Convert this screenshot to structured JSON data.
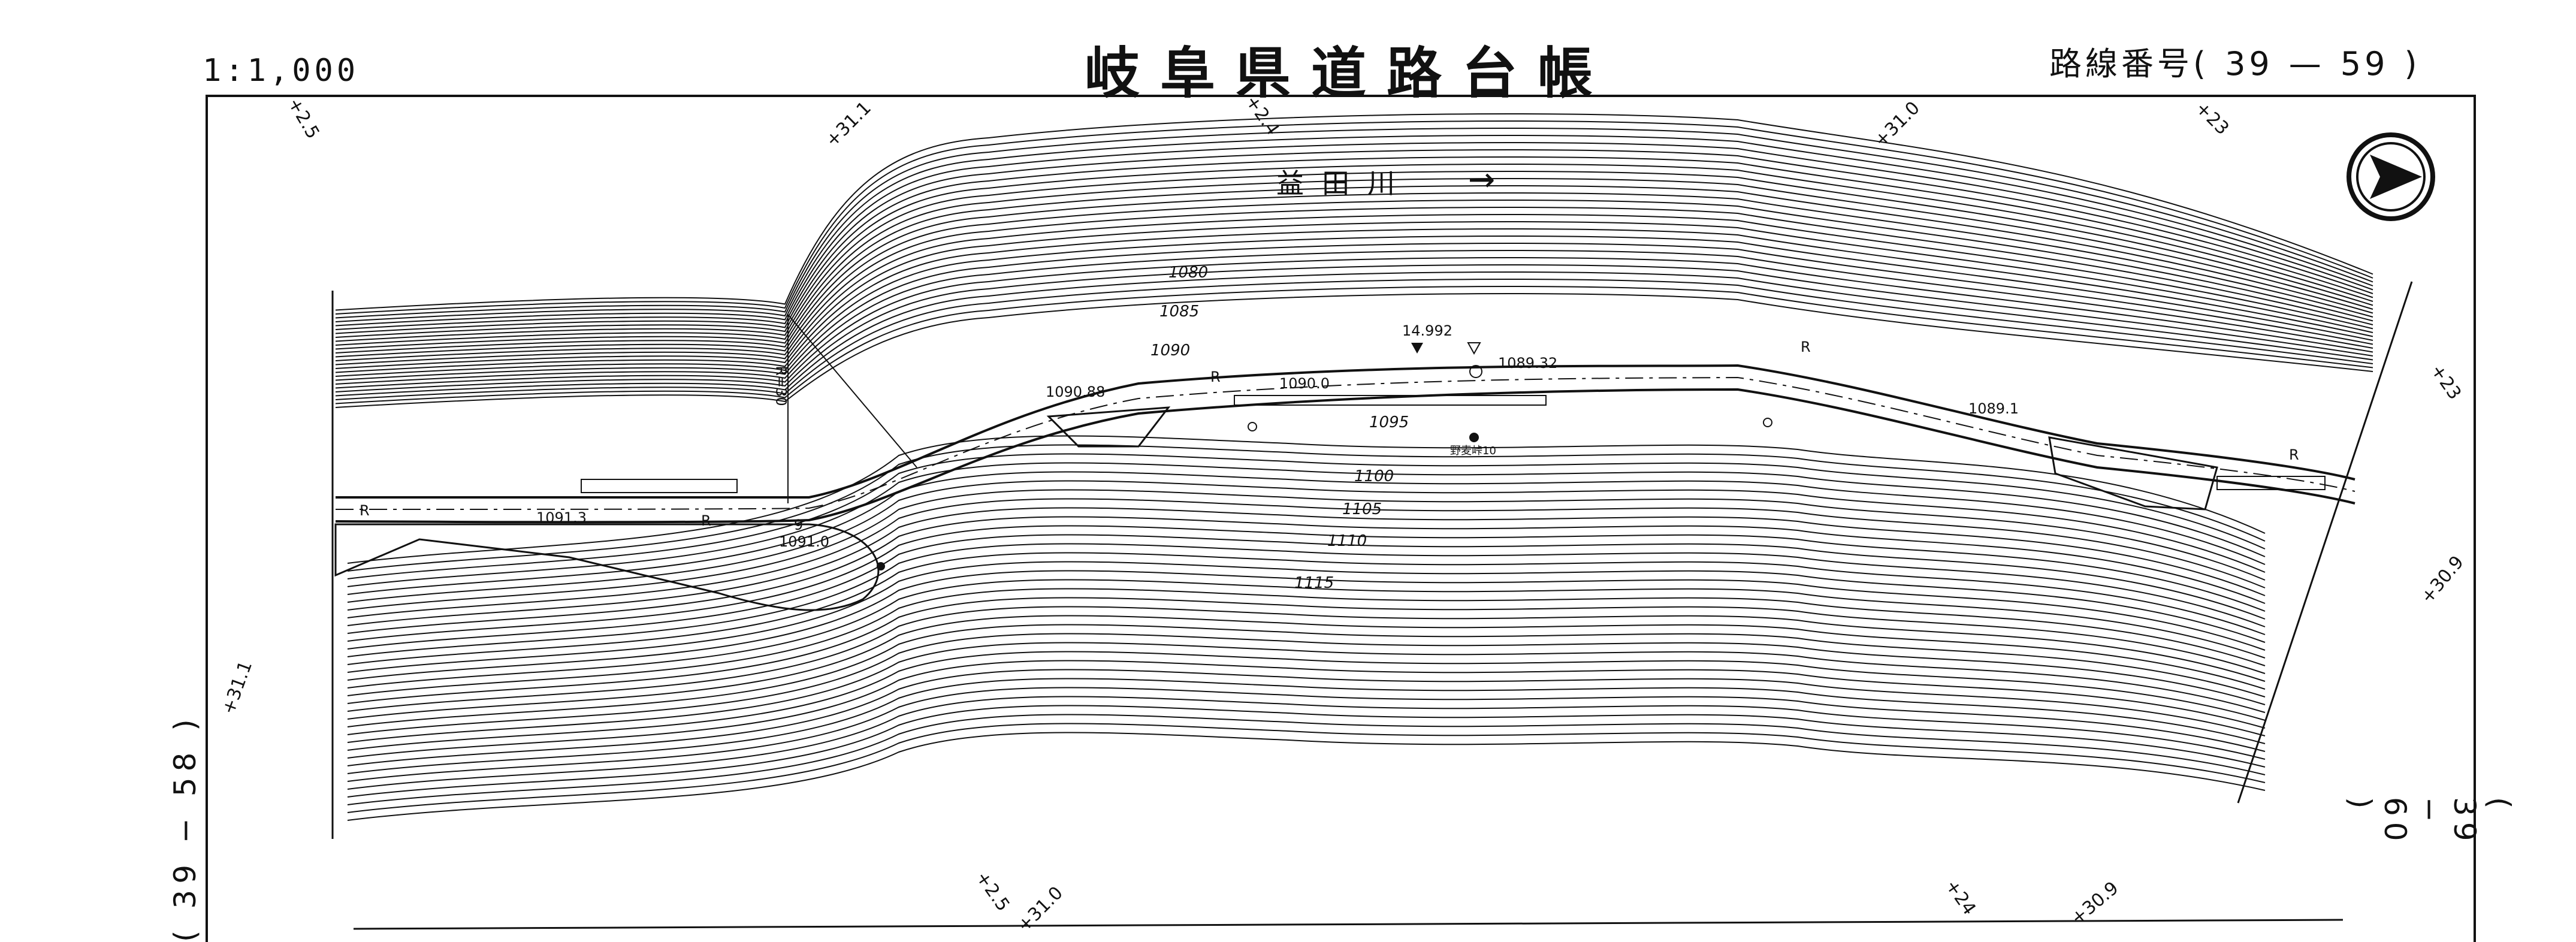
{
  "header": {
    "scale": "1:1,000",
    "title": "岐阜県道路台帳",
    "route_label": "路線番号",
    "route_open": "(",
    "route_from": "39",
    "route_dash": "—",
    "route_to": "59",
    "route_close": ")"
  },
  "side_refs": {
    "left": "( 39 − 58 )",
    "right": "( 39 − 60 )"
  },
  "river": {
    "name": "益田川",
    "arrow": "→"
  },
  "chainages_top": [
    "+2.5",
    "+31.1",
    "+2.4",
    "+31.0",
    "+23"
  ],
  "chainages_right": [
    "+23",
    "+30.9"
  ],
  "chainages_left": [
    "+31.1"
  ],
  "chainages_bottom": [
    "+2.5",
    "+31.0",
    "+24",
    "+30.9"
  ],
  "contours": [
    "1080",
    "1085",
    "1090",
    "1095",
    "1100",
    "1105",
    "1110",
    "1115"
  ],
  "elevations": {
    "e1": "14.992",
    "e2": "1089.32",
    "e3": "1090.88",
    "e4": "1090.0",
    "e5": "1089.1",
    "e6": "1091.3",
    "e7": "1091.0"
  },
  "labels": {
    "curve_radius": "R=30",
    "benchmark": "野麦峠10",
    "r": "R",
    "nine": "9"
  },
  "compass_icon": "north-arrow-icon"
}
